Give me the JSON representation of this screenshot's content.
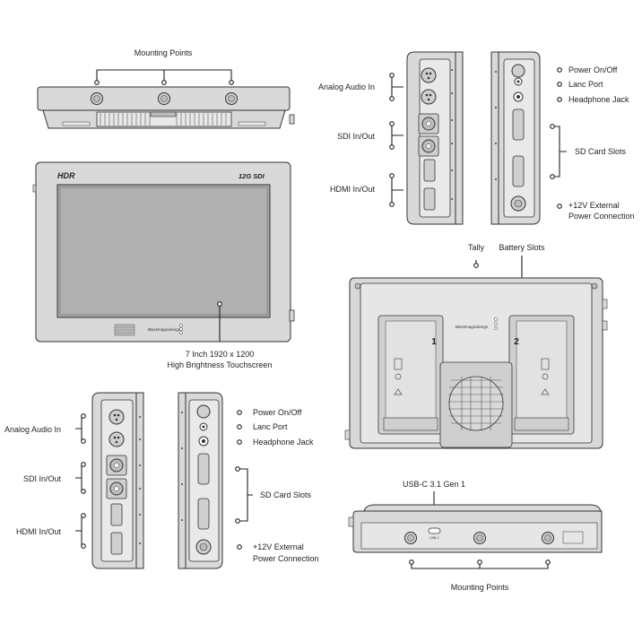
{
  "labels": {
    "top_mounting_points": "Mounting Points",
    "screen_label_line1": "7 Inch 1920 x 1200",
    "screen_label_line2": "High Brightness Touchscreen",
    "analog_audio_in": "Analog Audio In",
    "sdi_in_out": "SDI In/Out",
    "hdmi_in_out": "HDMI In/Out",
    "power_on_off": "Power On/Off",
    "lanc_port": "Lanc Port",
    "headphone_jack": "Headphone Jack",
    "sd_card_slots": "SD Card Slots",
    "ext_power_line1": "+12V External",
    "ext_power_line2": "Power Connection",
    "tally": "Tally",
    "battery_slots": "Battery Slots",
    "usb_c": "USB-C 3.1 Gen 1",
    "bottom_mounting_points": "Mounting Points"
  },
  "device_text": {
    "hdr_badge": "HDR",
    "sdi_badge": "12G SDI",
    "brand": "Blackmagicdesign",
    "slot_1": "1",
    "slot_2": "2",
    "usb_port_text": "USB-C"
  },
  "colors": {
    "body": "#d9d9d9",
    "screen": "#a6a6a6",
    "outline": "#333333"
  }
}
